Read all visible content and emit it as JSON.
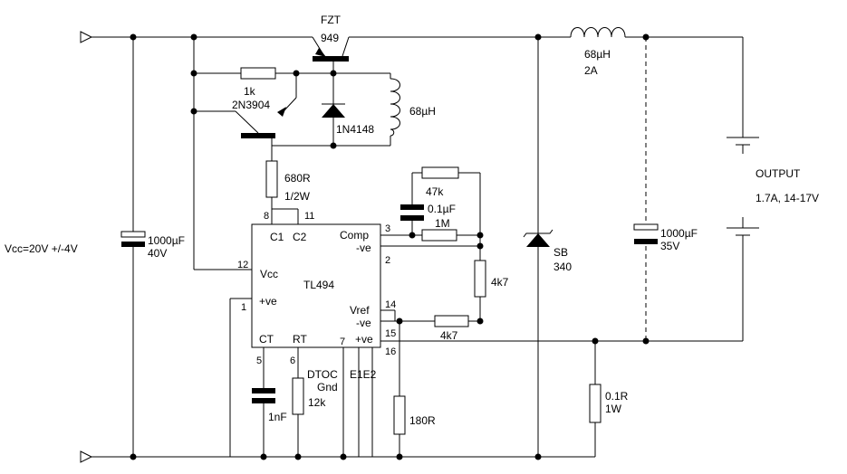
{
  "labels": {
    "fzt": "FZT",
    "fzt_num": "949",
    "r_1k": "1k",
    "q_2n3904": "2N3904",
    "l_68uh_a": "68µH",
    "d_1n4148": "1N4148",
    "l_68uh_b": "68µH",
    "l_2a": "2A",
    "r_680": "680R",
    "r_680_w": "1/2W",
    "r_47k": "47k",
    "c_01uf": "0.1µF",
    "r_1m": "1M",
    "r_4k7_a": "4k7",
    "r_4k7_b": "4k7",
    "vcc_in": "Vcc=20V +/-4V",
    "c_1000_in": "1000µF",
    "c_1000_in_v": "40V",
    "ic_name": "TL494",
    "ic_c1": "C1",
    "ic_c2": "C2",
    "ic_comp": "Comp",
    "ic_neg1": "-ve",
    "ic_vcc": "Vcc",
    "ic_pos1": "+ve",
    "ic_vref": "Vref",
    "ic_neg2": "-ve",
    "ic_ct": "CT",
    "ic_rt": "RT",
    "ic_pos2": "+ve",
    "dtoc": "DTOC",
    "gnd": "Gnd",
    "e1e2": "E1E2",
    "c_1nf": "1nF",
    "r_12k": "12k",
    "r_180": "180R",
    "sb": "SB",
    "sb_num": "340",
    "c_1000_out": "1000µF",
    "c_1000_out_v": "35V",
    "output": "OUTPUT",
    "output_spec": "1.7A, 14-17V",
    "r_01": "0.1R",
    "r_01_w": "1W"
  },
  "pins": {
    "p8": "8",
    "p11": "11",
    "p3": "3",
    "p2": "2",
    "p12": "12",
    "p1": "1",
    "p14": "14",
    "p15": "15",
    "p16": "16",
    "p5": "5",
    "p6": "6",
    "p7": "7"
  }
}
